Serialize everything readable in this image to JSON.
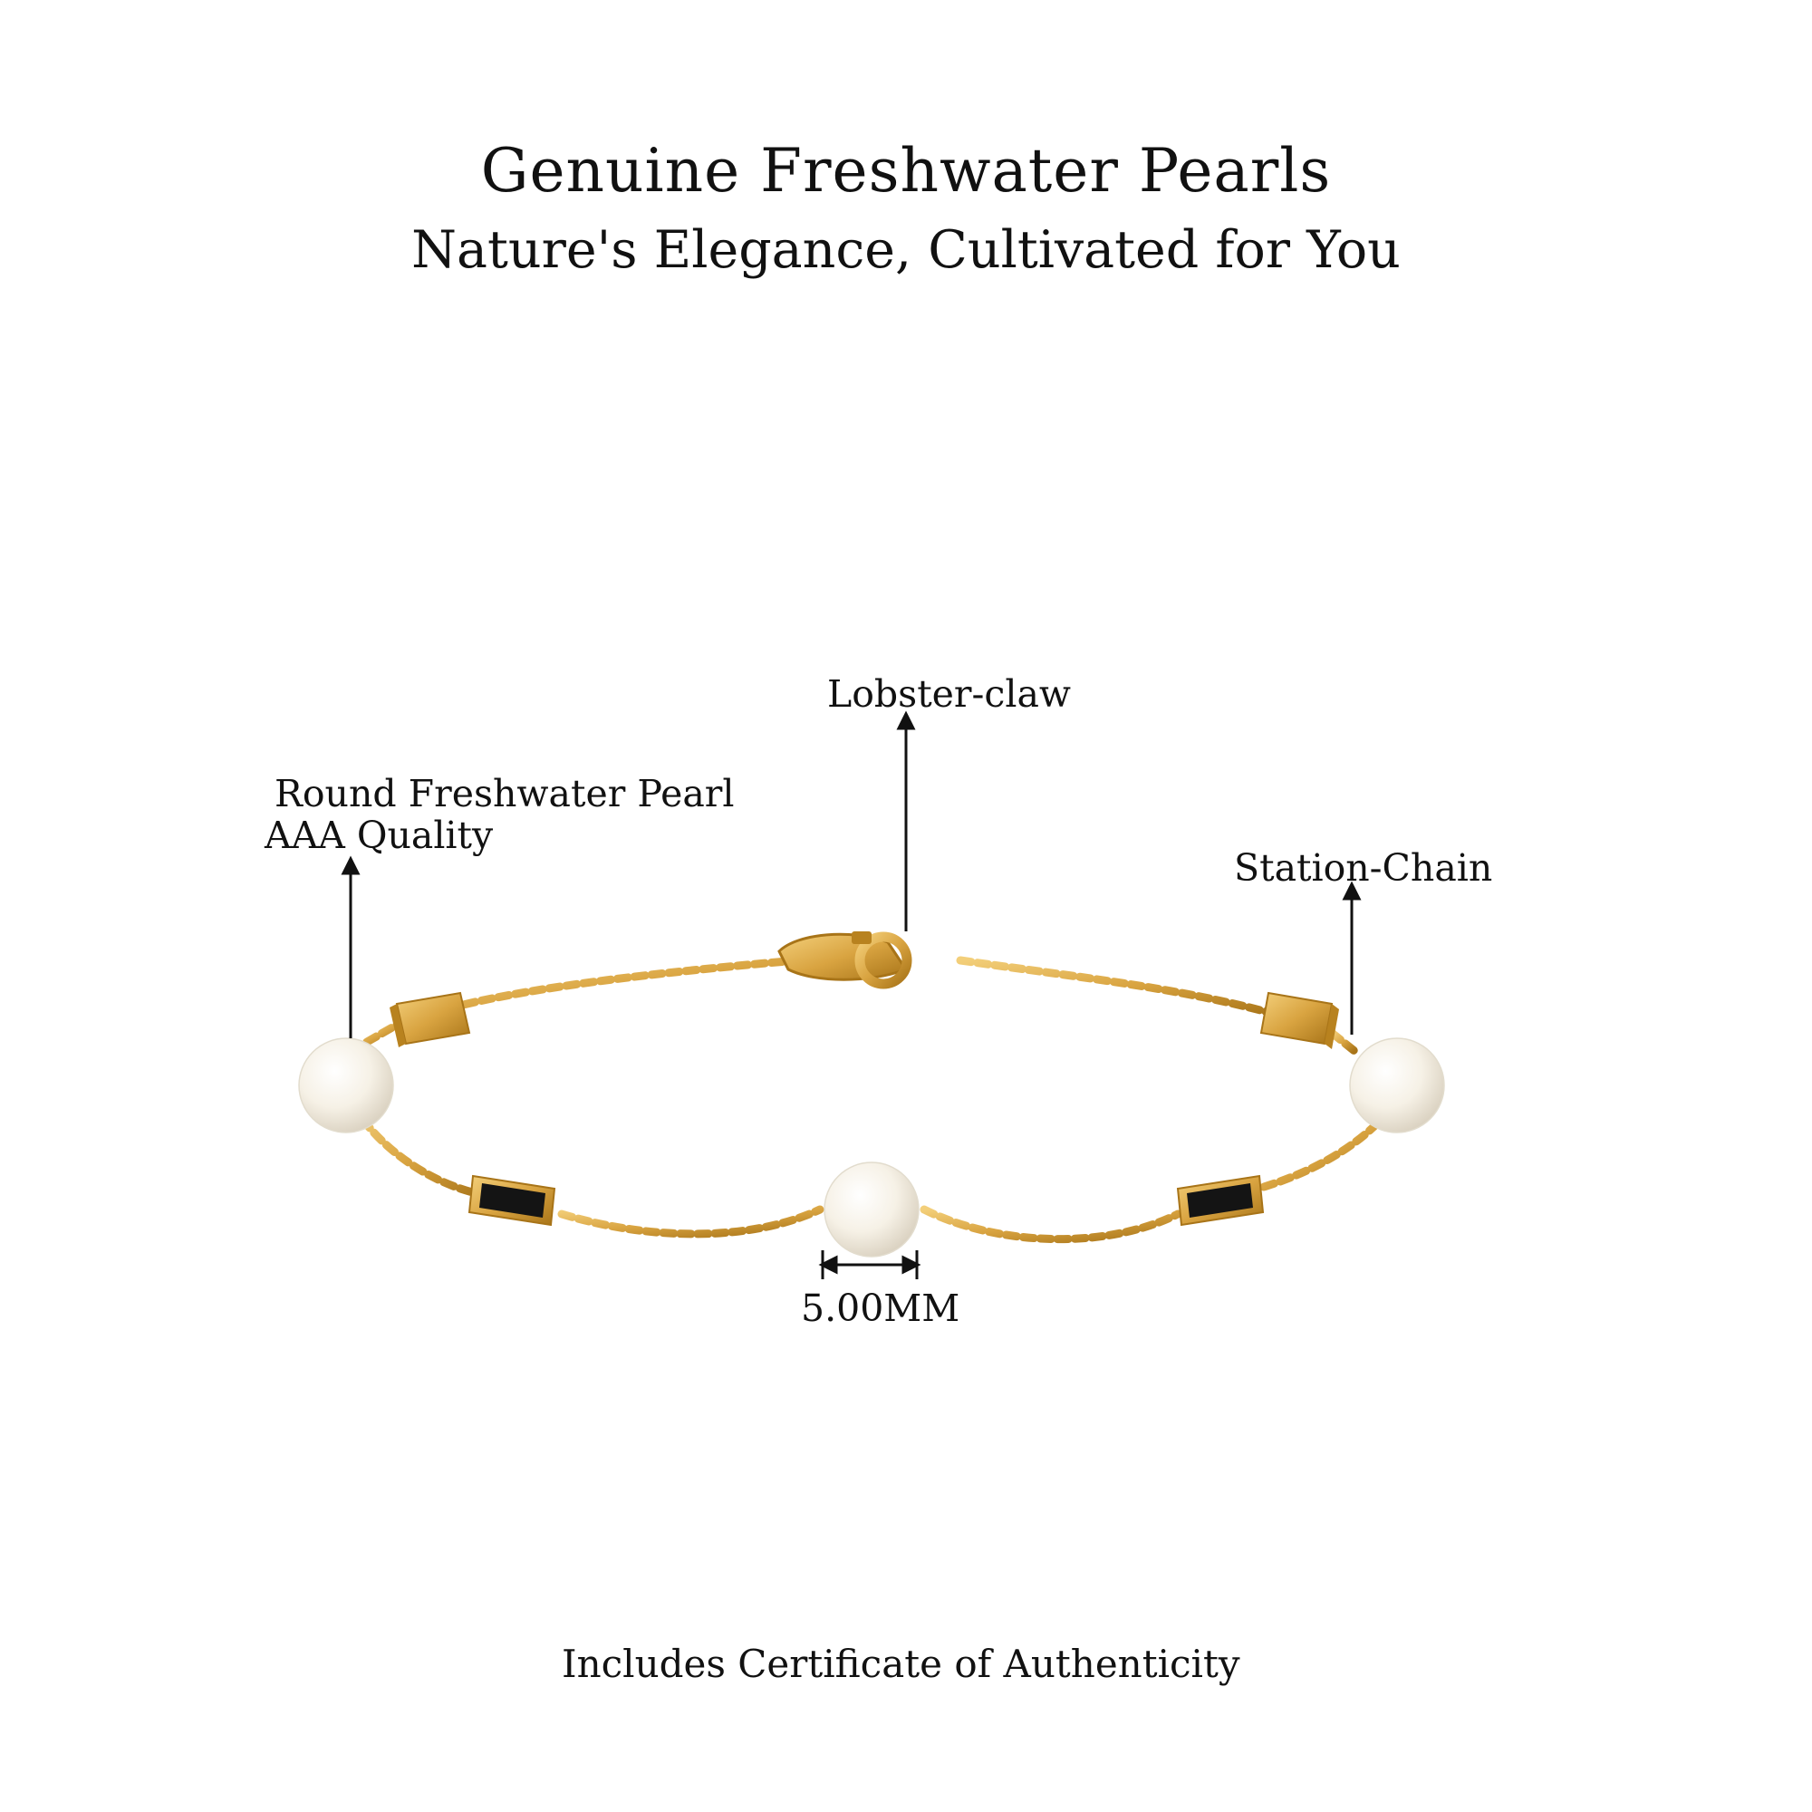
{
  "header": {
    "title": "Genuine Freshwater Pearls",
    "subtitle": "Nature's Elegance, Cultivated for You"
  },
  "annotations": {
    "pearl_line1_a": "Round",
    "pearl_line1_b": "Freshwater Pearl",
    "pearl_line2": "AAA Quality",
    "clasp": "Lobster-claw",
    "chain": "Station-Chain",
    "size": "5.00MM"
  },
  "footer": {
    "text": "Includes Certificate of Authenticity"
  },
  "colors": {
    "gold": "#d9a441",
    "gold_dark": "#a87418",
    "pearl": "#f7f3ea",
    "onyx": "#141414",
    "text": "#111111"
  }
}
